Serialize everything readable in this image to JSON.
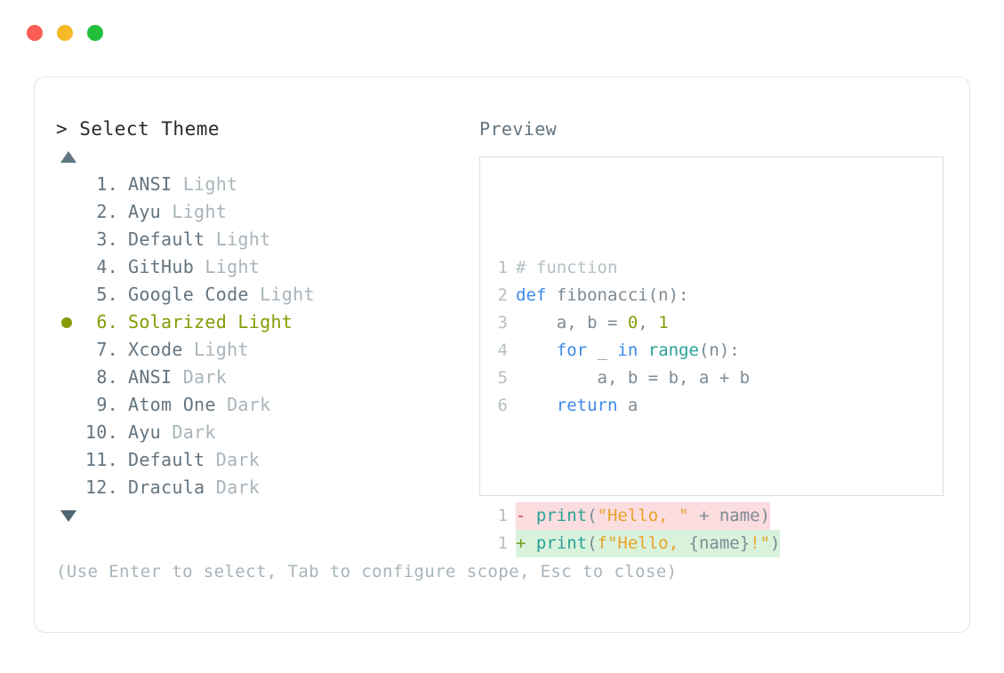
{
  "window": {
    "controls": [
      {
        "name": "close-button",
        "color": "#fa5e55"
      },
      {
        "name": "minimize-button",
        "color": "#f7b928"
      },
      {
        "name": "maximize-button",
        "color": "#22bf3b"
      }
    ]
  },
  "left": {
    "prompt": "> Select Theme",
    "scroll_up_icon": "triangle-up-icon",
    "scroll_down_icon": "triangle-down-icon",
    "selected_index": 6,
    "selected_color": "#879a05",
    "themes": [
      {
        "index": "1.",
        "name": "ANSI",
        "variant": "Light"
      },
      {
        "index": "2.",
        "name": "Ayu",
        "variant": "Light"
      },
      {
        "index": "3.",
        "name": "Default",
        "variant": "Light"
      },
      {
        "index": "4.",
        "name": "GitHub",
        "variant": "Light"
      },
      {
        "index": "5.",
        "name": "Google Code",
        "variant": "Light"
      },
      {
        "index": "6.",
        "name": "Solarized",
        "variant": "Light"
      },
      {
        "index": "7.",
        "name": "Xcode",
        "variant": "Light"
      },
      {
        "index": "8.",
        "name": "ANSI",
        "variant": "Dark"
      },
      {
        "index": "9.",
        "name": "Atom One",
        "variant": "Dark"
      },
      {
        "index": "10.",
        "name": "Ayu",
        "variant": "Dark"
      },
      {
        "index": "11.",
        "name": "Default",
        "variant": "Dark"
      },
      {
        "index": "12.",
        "name": "Dracula",
        "variant": "Dark"
      }
    ]
  },
  "right": {
    "label": "Preview",
    "code_lines": [
      {
        "num": "1",
        "tokens": [
          {
            "t": "# function",
            "c": "tok-comment"
          }
        ]
      },
      {
        "num": "2",
        "tokens": [
          {
            "t": "def ",
            "c": "tok-kw"
          },
          {
            "t": "fibonacci(n):",
            "c": "tok-fn"
          }
        ]
      },
      {
        "num": "3",
        "tokens": [
          {
            "t": "    a, b = ",
            "c": "tok-plain"
          },
          {
            "t": "0",
            "c": "tok-num"
          },
          {
            "t": ", ",
            "c": "tok-plain"
          },
          {
            "t": "1",
            "c": "tok-num"
          }
        ]
      },
      {
        "num": "4",
        "tokens": [
          {
            "t": "    ",
            "c": "tok-plain"
          },
          {
            "t": "for",
            "c": "tok-kw"
          },
          {
            "t": " _ ",
            "c": "tok-plain"
          },
          {
            "t": "in",
            "c": "tok-kw"
          },
          {
            "t": " ",
            "c": "tok-plain"
          },
          {
            "t": "range",
            "c": "tok-builtin"
          },
          {
            "t": "(n):",
            "c": "tok-plain"
          }
        ]
      },
      {
        "num": "5",
        "tokens": [
          {
            "t": "        a, b = b, a + b",
            "c": "tok-plain"
          }
        ]
      },
      {
        "num": "6",
        "tokens": [
          {
            "t": "    ",
            "c": "tok-plain"
          },
          {
            "t": "return",
            "c": "tok-kw"
          },
          {
            "t": " a",
            "c": "tok-plain"
          }
        ]
      }
    ],
    "diff_lines": [
      {
        "kind": "diff-del",
        "num": "1",
        "mark": "-",
        "mark_class": "diff-mark-del",
        "tokens": [
          {
            "t": "print",
            "c": "tok-builtin"
          },
          {
            "t": "(",
            "c": "tok-punct"
          },
          {
            "t": "\"Hello, \"",
            "c": "tok-str"
          },
          {
            "t": " + name)",
            "c": "tok-plain"
          }
        ]
      },
      {
        "kind": "diff-add",
        "num": "1",
        "mark": "+",
        "mark_class": "diff-mark-add",
        "tokens": [
          {
            "t": "print",
            "c": "tok-builtin"
          },
          {
            "t": "(",
            "c": "tok-punct"
          },
          {
            "t": "f\"Hello, ",
            "c": "tok-str"
          },
          {
            "t": "{name}",
            "c": "tok-plain"
          },
          {
            "t": "!\"",
            "c": "tok-str"
          },
          {
            "t": ")",
            "c": "tok-punct"
          }
        ]
      }
    ]
  },
  "footer": {
    "help": "(Use Enter to select, Tab to configure scope, Esc to close)"
  }
}
